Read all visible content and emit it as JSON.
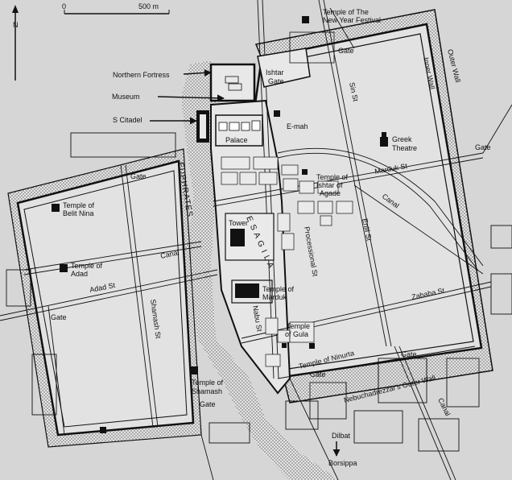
{
  "map": {
    "north_label": "N",
    "scale": {
      "start": "0",
      "end": "500 m"
    },
    "features": {
      "temple_new_year_1": "Temple of The",
      "temple_new_year_2": "New Year Festival",
      "northern_fortress": "Northern Fortress",
      "museum": "Museum",
      "s_citadel": "S Citadel",
      "ishtar_gate_1": "Ishtar",
      "ishtar_gate_2": "Gate",
      "e_mah": "E-mah",
      "palace": "Palace",
      "greek_theatre_1": "Greek",
      "greek_theatre_2": "Theatre",
      "temple_ishtar_agade_1": "Temple of",
      "temple_ishtar_agade_2": "Ishtar of",
      "temple_ishtar_agade_3": "Agade",
      "temple_belit_nina_1": "Temple of",
      "temple_belit_nina_2": "Belit Nina",
      "temple_adad_1": "Temple of",
      "temple_adad_2": "Adad",
      "tower": "Tower",
      "esagila": "E S A G I L A",
      "temple_marduk_1": "Temple of",
      "temple_marduk_2": "Marduk",
      "temple_gula_1": "Temple",
      "temple_gula_2": "of Gula",
      "temple_shamash_1": "Temple of",
      "temple_shamash_2": "Shamash",
      "euphrates": "EUPHRATES"
    },
    "streets": {
      "sin_st": "Sin St",
      "marduk_st": "Marduk St",
      "enlil_st": "Enlil St",
      "processional_st": "Processional St",
      "zababa_st": "Zababa St",
      "nabu_st": "Nabu St",
      "temple_of_ninurta": "Temple of Ninurta",
      "adad_st": "Adad St",
      "shamash_st": "Shamash St",
      "canal_east": "Canal",
      "canal_west": "Canal",
      "canal_south": "Canal"
    },
    "walls": {
      "outer_wall": "Outer Wall",
      "inner_wall": "Inner Wall",
      "nebuchadrezzar_wall": "Nebuchadrezzar's Outer Wall"
    },
    "gates": {
      "gate_north": "Gate",
      "gate_east": "Gate",
      "gate_west_upper": "Gate",
      "gate_west_lower": "Gate",
      "gate_south_mid": "Gate",
      "gate_south_west": "Gate",
      "gate_south_east": "Gate"
    },
    "exits": {
      "dilbat_1": "Dilbat",
      "dilbat_2": "Borsippa"
    }
  }
}
